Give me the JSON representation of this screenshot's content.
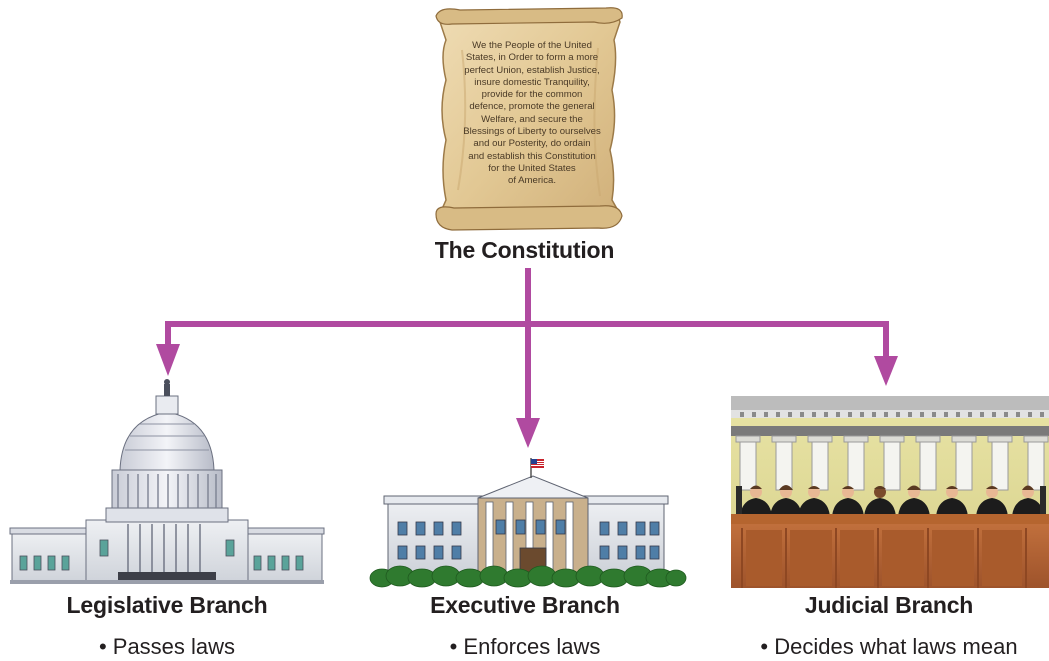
{
  "constitution": {
    "preamble_lines": [
      "We the People of the United",
      "States, in Order to form a more",
      "perfect Union, establish Justice,",
      "insure domestic  Tranquility,",
      "provide for the common",
      "defence, promote the general",
      "Welfare, and secure the",
      "Blessings of Liberty to ourselves",
      "and our Posterity, do ordain",
      "and establish this Constitution",
      "for the United States",
      "of America."
    ],
    "title": "The Constitution"
  },
  "branches": [
    {
      "name": "Legislative Branch",
      "duty": "• Passes laws",
      "image": "capitol-building"
    },
    {
      "name": "Executive Branch",
      "duty": "• Enforces laws",
      "image": "white-house"
    },
    {
      "name": "Judicial Branch",
      "duty": "• Decides what laws mean",
      "image": "supreme-court-justices"
    }
  ],
  "colors": {
    "arrow": "#b04aa0",
    "parchment": "#e4cfa3",
    "text": "#231f20"
  }
}
